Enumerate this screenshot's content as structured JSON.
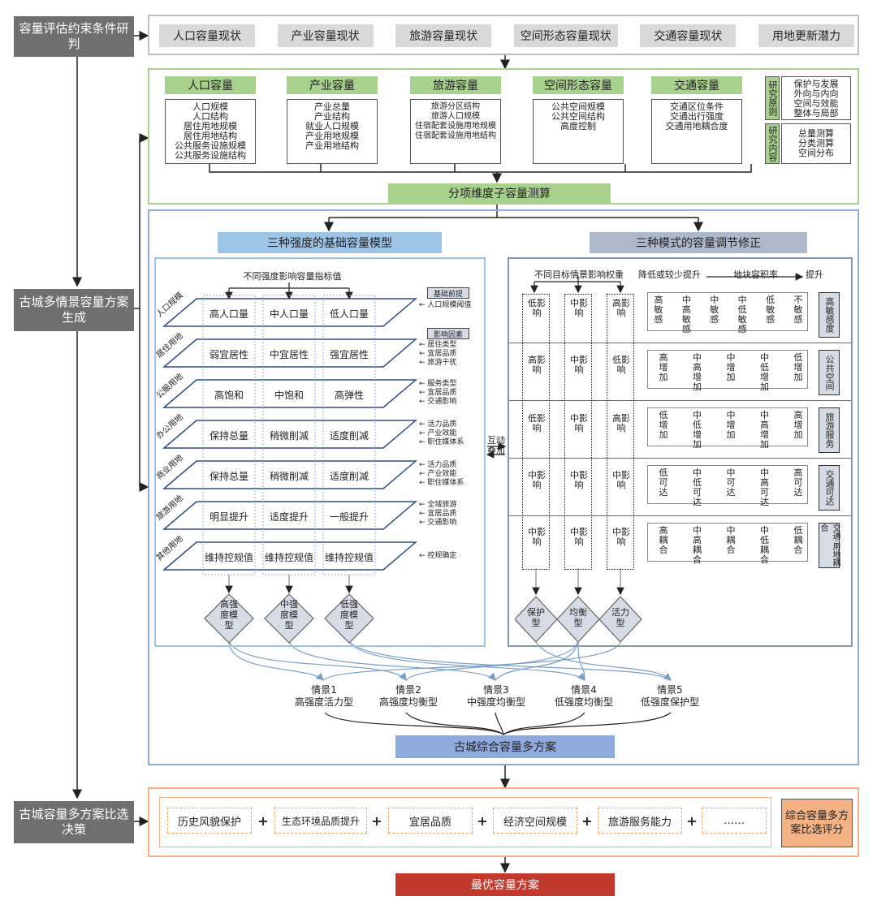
{
  "left_steps": [
    "容量评估约束条件研判",
    "古城多情景容量方案生成",
    "古城容量多方案比选决策"
  ],
  "current_status": [
    "人口容量现状",
    "产业容量现状",
    "旅游容量现状",
    "空间形态容量现状",
    "交通容量现状",
    "用地更新潜力"
  ],
  "capacities": [
    {
      "title": "人口容量",
      "items": [
        "人口规模",
        "人口结构",
        "居住用地规模",
        "居住用地结构",
        "公共服务设施规模",
        "公共服务设施结构"
      ]
    },
    {
      "title": "产业容量",
      "items": [
        "产业总量",
        "产业结构",
        "就业人口规模",
        "产业用地规模",
        "产业用地结构"
      ]
    },
    {
      "title": "旅游容量",
      "items": [
        "旅游分区结构",
        "旅游人口规模",
        "住宿配套设施用地规模",
        "住宿配套设施用地结构"
      ]
    },
    {
      "title": "空间形态容量",
      "items": [
        "公共空间规模",
        "公共空间结构",
        "高度控制"
      ]
    },
    {
      "title": "交通容量",
      "items": [
        "交通区位条件",
        "交通出行强度",
        "交通用地耦合度"
      ]
    }
  ],
  "research": {
    "principle_label": "研究原则",
    "principles": [
      "保护与发展",
      "外向与内向",
      "空间与效能",
      "整体与局部"
    ],
    "content_label": "研究内容",
    "contents": [
      "总量测算",
      "分类测算",
      "空间分布"
    ]
  },
  "sub_capacity": "分项维度子容量测算",
  "model_title": "三种强度的基础容量模型",
  "adjust_title": "三种模式的容量调节修正",
  "intensity_header": "不同强度影响容量指标值",
  "basic_premise": "基础前提",
  "influence_factor": "影响因素",
  "rows": [
    {
      "label": "人口规模",
      "cells": [
        "高人口量",
        "中人口量",
        "低人口量"
      ],
      "factors": [
        "人口规模阈值"
      ]
    },
    {
      "label": "居住用地",
      "cells": [
        "弱宜居性",
        "中宜居性",
        "强宜居性"
      ],
      "factors": [
        "居住类型",
        "宜居品质",
        "旅游干扰"
      ]
    },
    {
      "label": "公服用地",
      "cells": [
        "高饱和",
        "中饱和",
        "高弹性"
      ],
      "factors": [
        "服务类型",
        "宜居品质",
        "交通影响"
      ]
    },
    {
      "label": "办公用地",
      "cells": [
        "保持总量",
        "稍微削减",
        "适度削减"
      ],
      "factors": [
        "活力品质",
        "产业效能",
        "职住媒体系"
      ]
    },
    {
      "label": "商业用地",
      "cells": [
        "保持总量",
        "稍微削减",
        "适度削减"
      ],
      "factors": [
        "活力品质",
        "产业效能",
        "职住媒体系"
      ]
    },
    {
      "label": "旅游用地",
      "cells": [
        "明显提升",
        "适度提升",
        "一般提升"
      ],
      "factors": [
        "全域旅游",
        "宜居品质",
        "交通影响"
      ]
    },
    {
      "label": "其他用地",
      "cells": [
        "维持控规值",
        "维持控规值",
        "维持控规值"
      ],
      "factors": [
        "控规确定"
      ]
    }
  ],
  "intensity_models": [
    "高强度模型",
    "中强度模型",
    "低强度模型"
  ],
  "interaction": "互动叠加",
  "weight_header": "不同目标情景影响权重",
  "adjust_header": {
    "low": "降低或较少提升",
    "mid": "地块容积率",
    "high": "提升"
  },
  "adjust_rows": [
    {
      "weights": [
        "低影响",
        "中影响",
        "高影响"
      ],
      "levels": [
        "高敏感",
        "中高敏感",
        "中敏感",
        "中低敏感",
        "低敏感",
        "不敏感"
      ],
      "target": "高敏感度"
    },
    {
      "weights": [
        "高影响",
        "中影响",
        "低影响"
      ],
      "levels": [
        "高增加",
        "中高增加",
        "中增加",
        "中低增加",
        "低增加"
      ],
      "target": "公共空间"
    },
    {
      "weights": [
        "低影响",
        "中影响",
        "高影响"
      ],
      "levels": [
        "低增加",
        "中低增加",
        "中增加",
        "中高增加",
        "高增加"
      ],
      "target": "旅游服务"
    },
    {
      "weights": [
        "中影响",
        "中影响",
        "中影响"
      ],
      "levels": [
        "低可达",
        "中低可达",
        "中可达",
        "中高可达",
        "高可达"
      ],
      "target": "交通可达"
    },
    {
      "weights": [
        "中影响",
        "中影响",
        "中影响"
      ],
      "levels": [
        "高耦合",
        "中高耦合",
        "中耦合",
        "中低耦合",
        "低耦合"
      ],
      "target": "交通·用地耦合"
    }
  ],
  "modes": [
    "保护型",
    "均衡型",
    "活力型"
  ],
  "scenarios": [
    {
      "num": "情景1",
      "name": "高强度活力型"
    },
    {
      "num": "情景2",
      "name": "高强度均衡型"
    },
    {
      "num": "情景3",
      "name": "中强度均衡型"
    },
    {
      "num": "情景4",
      "name": "低强度均衡型"
    },
    {
      "num": "情景5",
      "name": "低强度保护型"
    }
  ],
  "multi_scheme": "古城综合容量多方案",
  "criteria": [
    "历史风貌保护",
    "生态环境品质提升",
    "宜居品质",
    "经济空间规模",
    "旅游服务能力",
    "……"
  ],
  "plus": "+",
  "evaluation": "综合容量多方案比选评分",
  "optimal": "最优容量方案",
  "colors": {
    "green": "#a9d18e",
    "blue": "#9dc3e6",
    "gray": "#6f6f6f",
    "orange": "#f4b183",
    "red": "#c0392b"
  }
}
